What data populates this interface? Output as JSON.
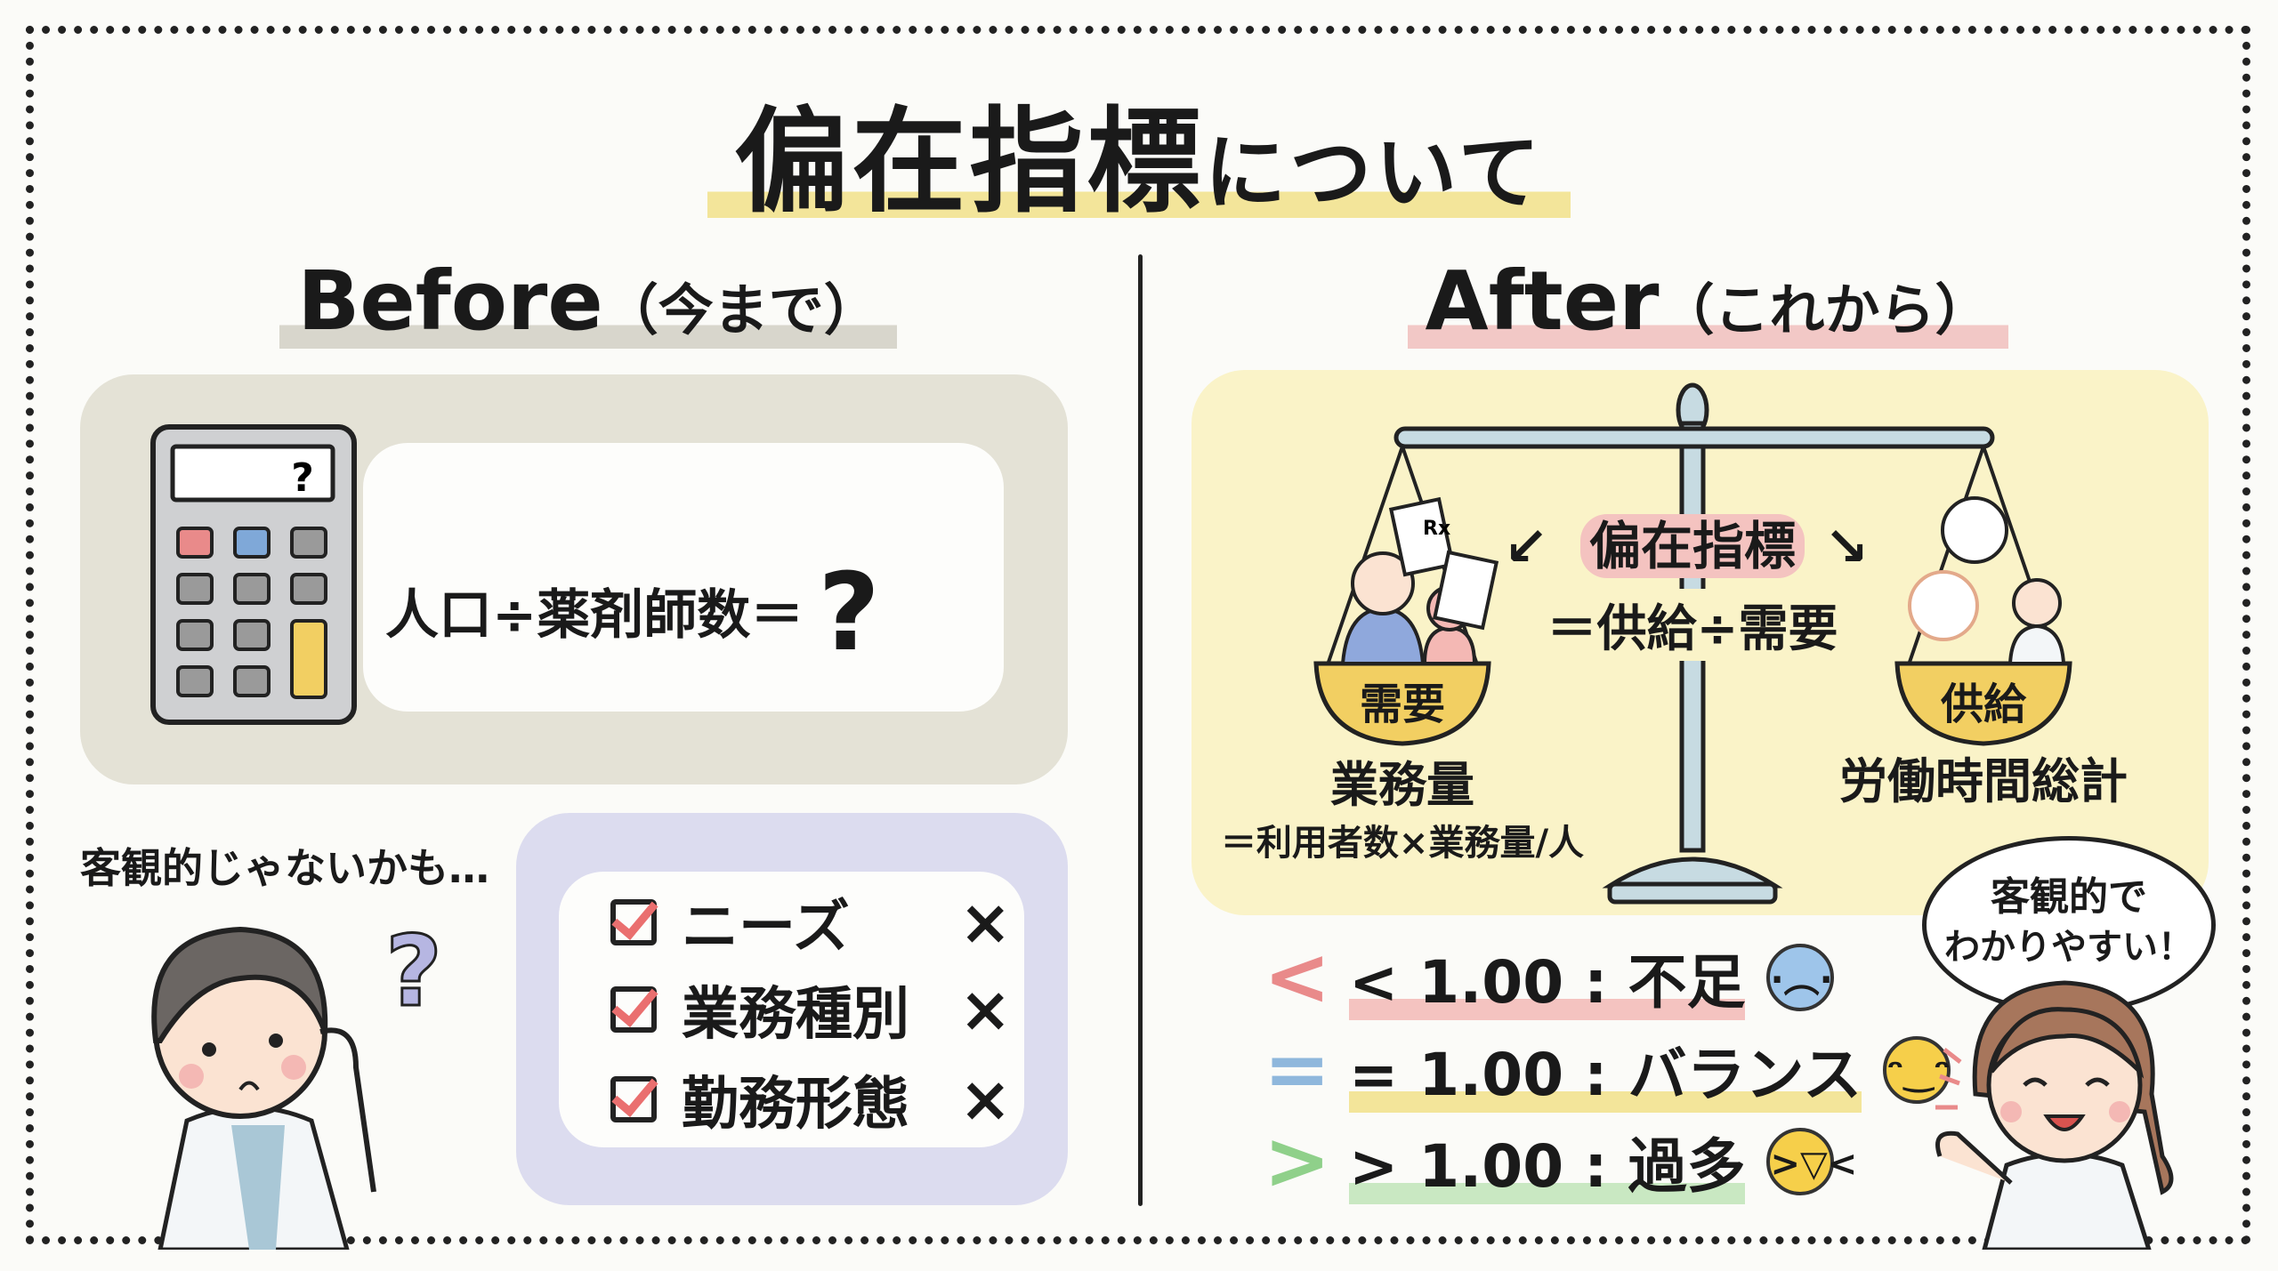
{
  "title": {
    "main": "偏在指標",
    "suffix": "について"
  },
  "before": {
    "heading": "Before",
    "heading_sub": "（今まで）",
    "calculator_display": "?",
    "formula": "人口÷薬剤師数＝",
    "formula_result": "?",
    "doubt_text": "客観的じゃないかも…",
    "thought_mark": "?",
    "checklist": [
      {
        "label": "ニーズ",
        "mark": "×"
      },
      {
        "label": "業務種別",
        "mark": "×"
      },
      {
        "label": "勤務形態",
        "mark": "×"
      }
    ]
  },
  "after": {
    "heading": "After",
    "heading_sub": "（これから）",
    "indicator_label": "偏在指標",
    "indicator_formula": "＝供給÷需要",
    "demand": {
      "pan_label": "需要",
      "title": "業務量",
      "formula": "＝利用者数×業務量/人",
      "rx": "Rx"
    },
    "supply": {
      "pan_label": "供給",
      "title": "労働時間総計"
    },
    "legend": [
      {
        "symbol": "<",
        "text": "< 1.00 : 不足",
        "color": "#e98a8a",
        "emoji": "anxious-face"
      },
      {
        "symbol": "=",
        "text": "= 1.00 : バランス",
        "color": "#8fb7dc",
        "emoji": "smiling-face"
      },
      {
        "symbol": ">",
        "text": "> 1.00 : 過多",
        "color": "#8fd08a",
        "emoji": "sweat-smile-face"
      }
    ],
    "speech": {
      "line1": "客観的で",
      "line2": "わかりやすい！"
    }
  },
  "colors": {
    "highlight_title": "#f3e59a",
    "before_box": "#e4e2d6",
    "checklist_box": "#dcdcef",
    "after_box": "#faf3c8",
    "pan": "#f2cf62",
    "badge": "#f4c3c0",
    "check": "#ea6f6f"
  }
}
